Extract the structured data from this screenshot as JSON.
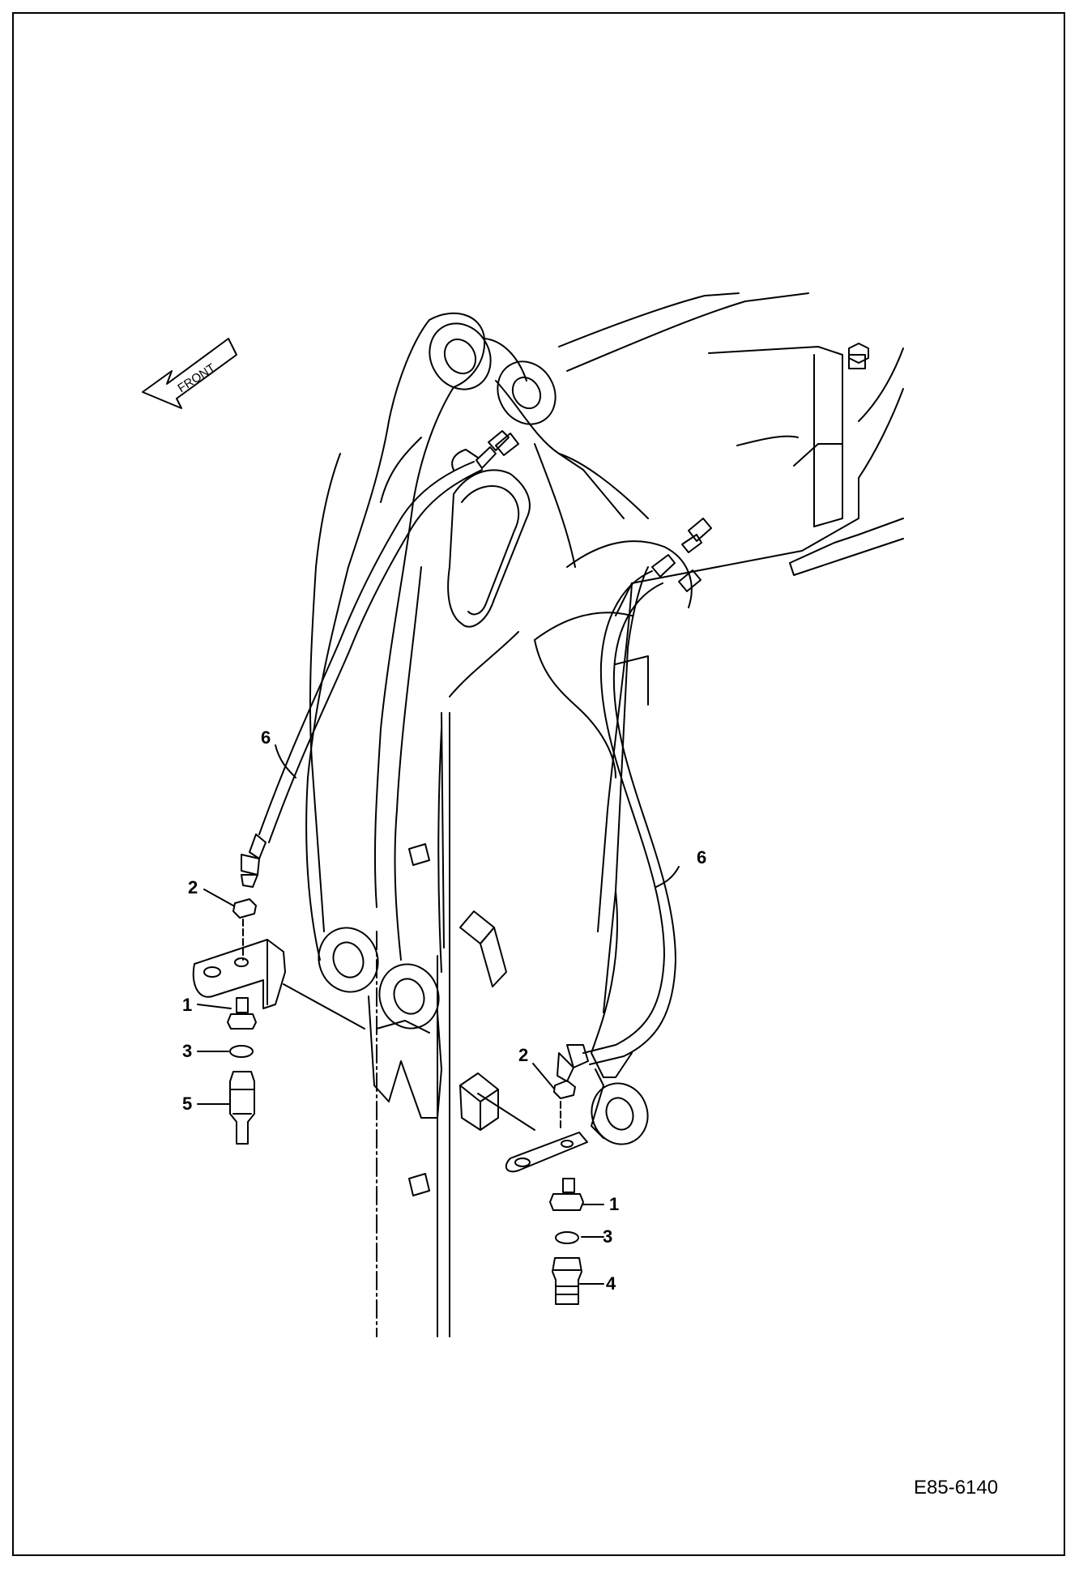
{
  "front_arrow_label": "FRONT",
  "drawing_code": "E85-6140",
  "callouts": {
    "left_hose": "6",
    "left_nut": "2",
    "left_fitting": "1",
    "left_oring": "3",
    "left_coupler": "5",
    "right_hose": "6",
    "right_nut": "2",
    "right_fitting": "1",
    "right_oring": "3",
    "right_coupler": "4"
  }
}
